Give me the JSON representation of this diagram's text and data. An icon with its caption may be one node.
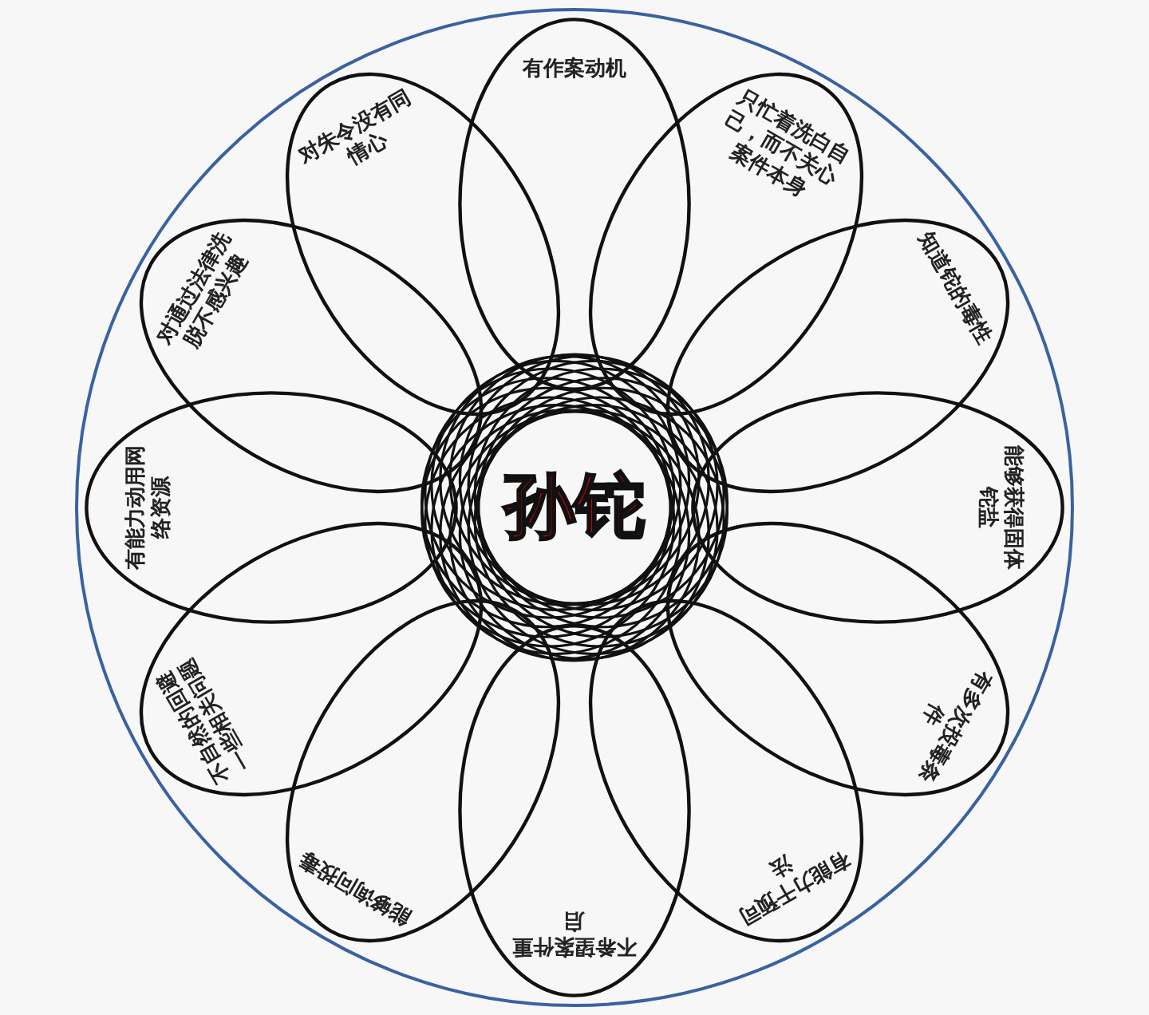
{
  "diagram": {
    "nodes": [
      {
        "text": [],
        "shape": "circle"
      },
      {
        "text": [
          "孙铊"
        ],
        "in": 0
      },
      {
        "text": [
          "有作案动机"
        ],
        "in": 0
      },
      {
        "text": [
          "只忙着洗白自己，而不关心案件本身"
        ],
        "in": 0
      },
      {
        "text": [
          "知道铊的毒性"
        ],
        "in": 0
      },
      {
        "text": [
          "能够获得固体铊盐"
        ],
        "in": 0
      },
      {
        "text": [
          "有多次投毒条件"
        ],
        "in": 0
      },
      {
        "text": [
          "有能力干预司法"
        ],
        "in": 0
      },
      {
        "text": [
          "不希望案件重启"
        ],
        "in": 0
      },
      {
        "text": [
          "能够询问投毒"
        ],
        "in": 0
      },
      {
        "text": [
          "不自然的回避一些相关问题"
        ],
        "in": 0
      },
      {
        "text": [
          "有能力动用网络资源"
        ],
        "in": 0
      },
      {
        "text": [
          "对通过法律洗脱不感兴趣"
        ],
        "in": 0
      },
      {
        "text": [
          "对朱令没有同情心"
        ],
        "in": 0
      }
    ],
    "edges": []
  }
}
